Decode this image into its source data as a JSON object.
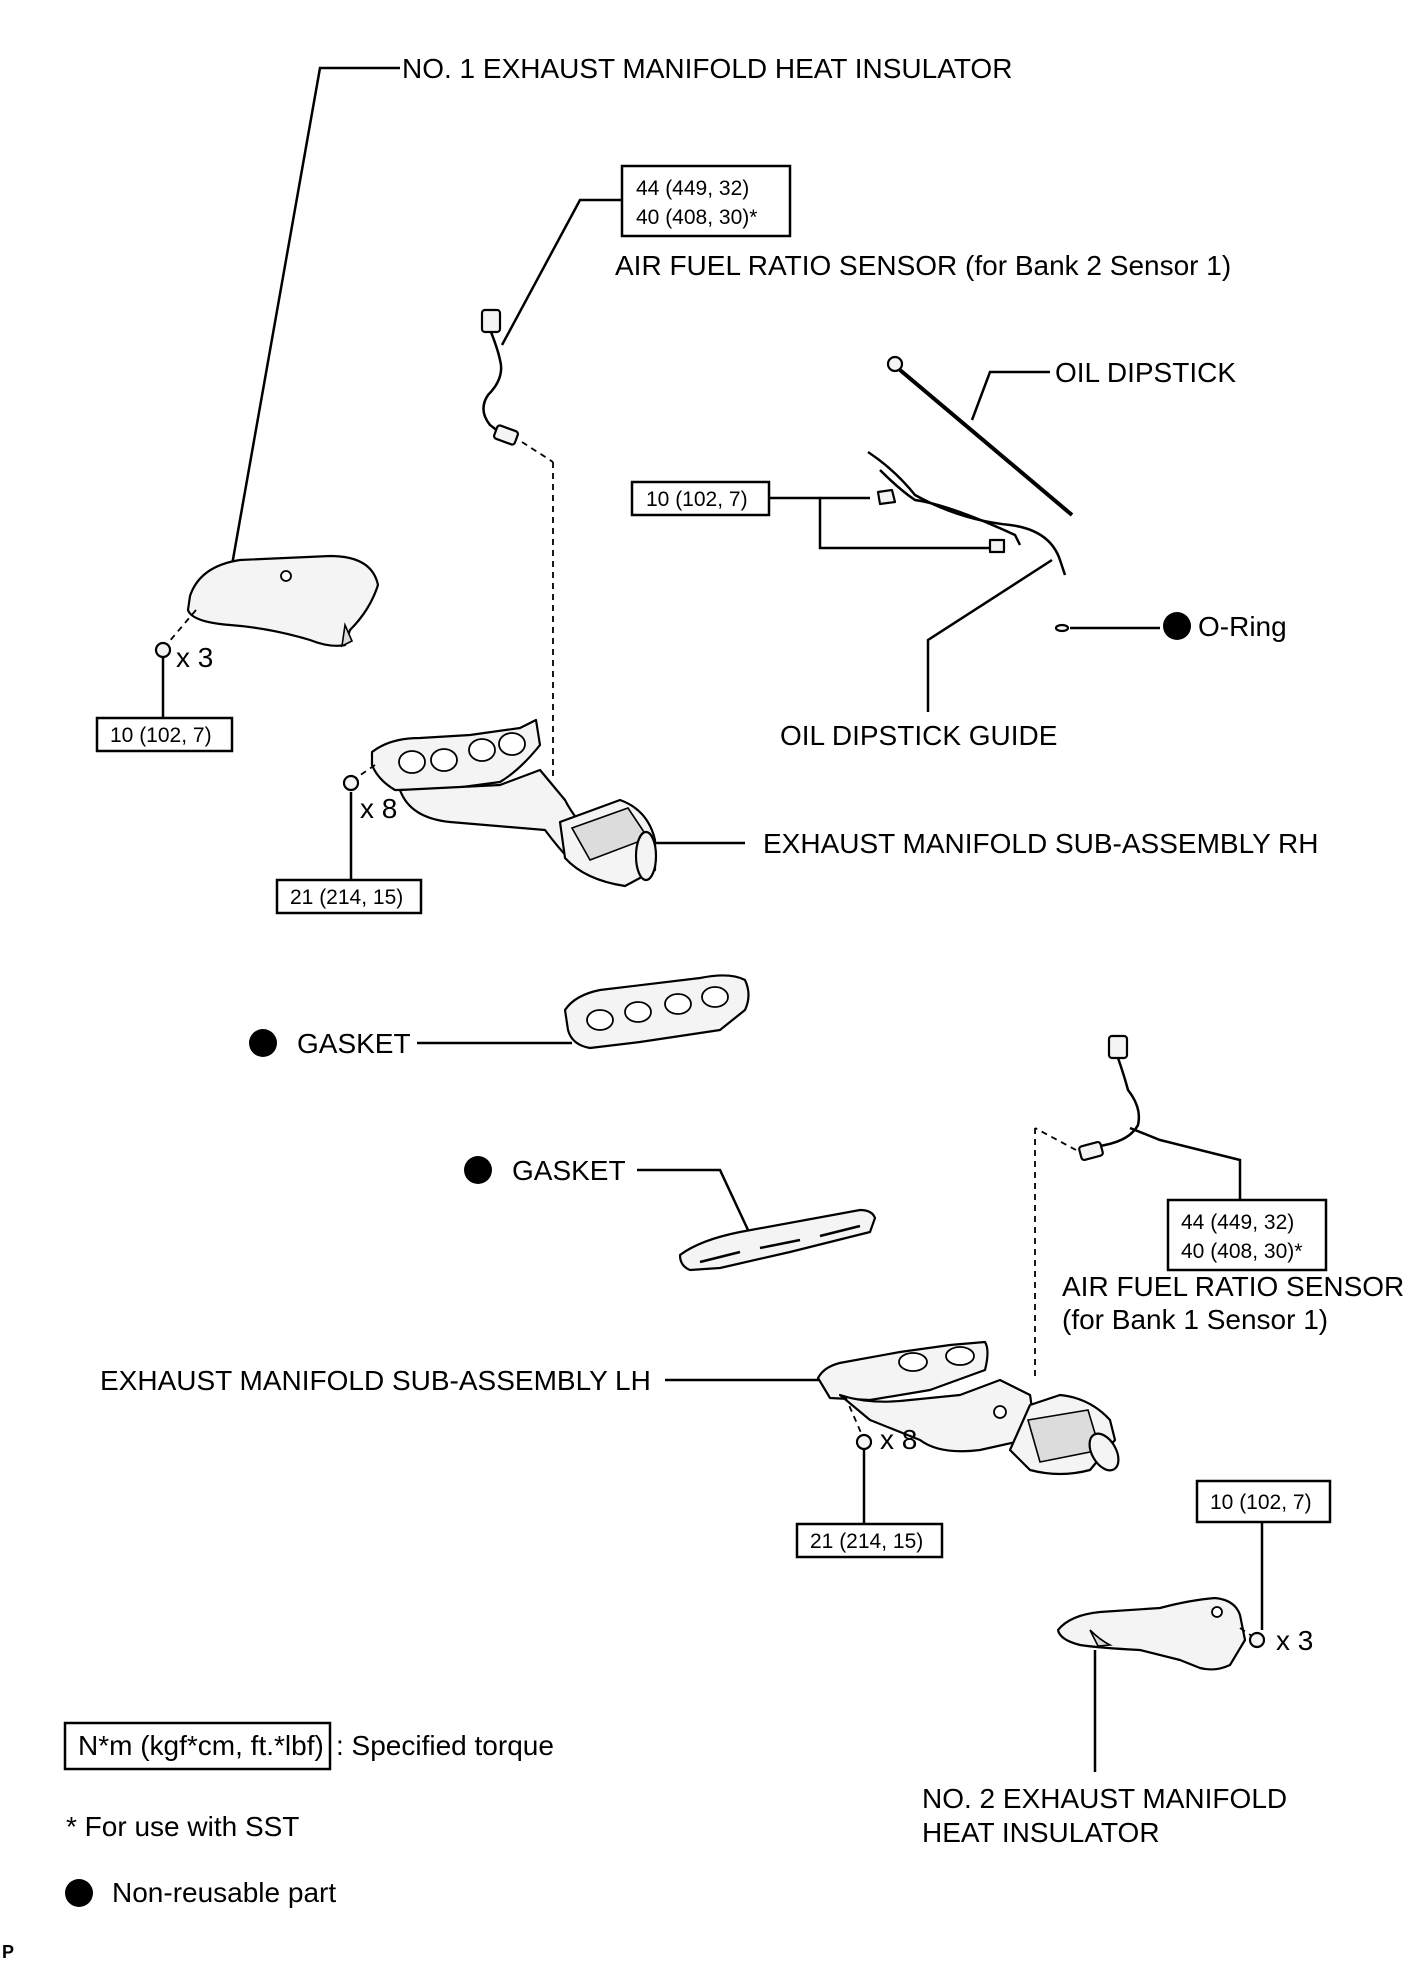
{
  "labels": {
    "insulator1": "NO. 1 EXHAUST MANIFOLD HEAT INSULATOR",
    "af_sensor_b2": "AIR FUEL RATIO SENSOR (for Bank 2 Sensor 1)",
    "oil_dipstick": "OIL DIPSTICK",
    "o_ring": "O-Ring",
    "dipstick_guide": "OIL DIPSTICK GUIDE",
    "manifold_rh": "EXHAUST MANIFOLD SUB-ASSEMBLY RH",
    "gasket_1": "GASKET",
    "gasket_2": "GASKET",
    "af_sensor_b1_line1": "AIR FUEL RATIO SENSOR",
    "af_sensor_b1_line2": "(for Bank 1 Sensor 1)",
    "manifold_lh": "EXHAUST MANIFOLD SUB-ASSEMBLY LH",
    "insulator2_line1": "NO. 2 EXHAUST MANIFOLD",
    "insulator2_line2": "HEAT INSULATOR"
  },
  "torques": {
    "af_b2_std": "44 (449, 32)",
    "af_b2_sst": "40 (408, 30)*",
    "dipstick_guide": "10 (102, 7)",
    "insulator1": "10 (102, 7)",
    "manifold_rh": "21 (214, 15)",
    "af_b1_std": "44 (449, 32)",
    "af_b1_sst": "40 (408, 30)*",
    "manifold_lh": "21 (214, 15)",
    "insulator2": "10 (102, 7)"
  },
  "quantities": {
    "insulator1_bolts": "x 3",
    "manifold_rh_nuts": "x 8",
    "manifold_lh_nuts": "x 8",
    "insulator2_bolts": "x 3"
  },
  "legend": {
    "torque_box": "N*m (kgf*cm, ft.*lbf)",
    "torque_desc": ": Specified torque",
    "sst_note": "* For use with SST",
    "non_reusable": "Non-reusable part"
  },
  "corner_mark": "P"
}
